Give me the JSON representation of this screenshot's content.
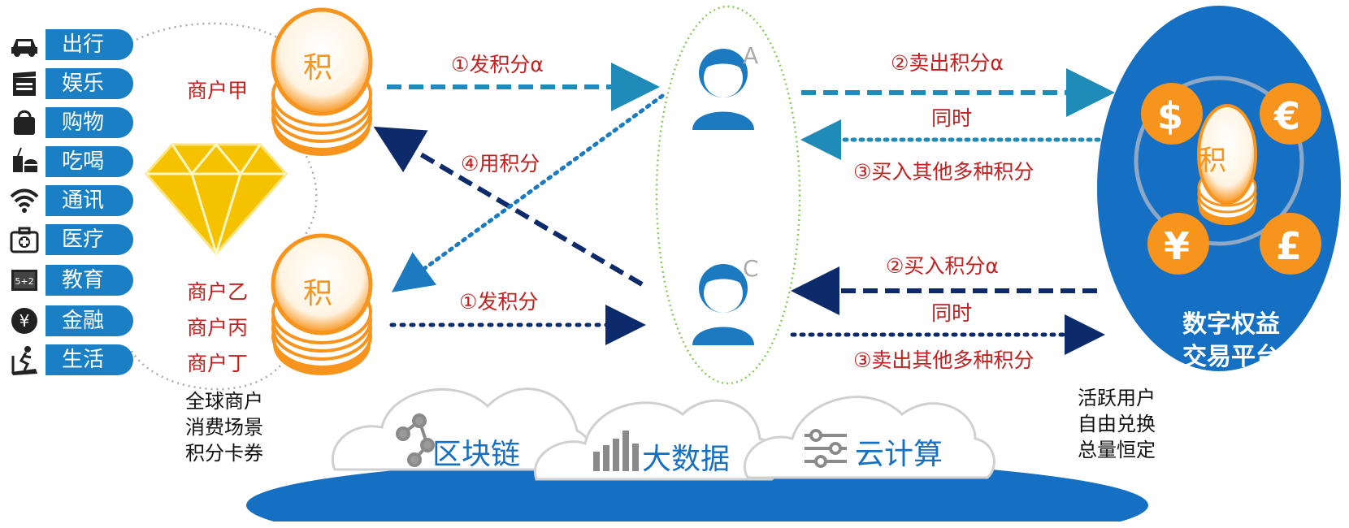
{
  "categories": [
    "出行",
    "娱乐",
    "购物",
    "吃喝",
    "通讯",
    "医疗",
    "教育",
    "金融",
    "生活"
  ],
  "category_icons": [
    "car-icon",
    "film-clapper-icon",
    "shopping-bag-icon",
    "food-drink-icon",
    "wifi-icon",
    "medical-kit-icon",
    "blackboard-icon",
    "yen-coin-icon",
    "treadmill-runner-icon"
  ],
  "merchants": {
    "a": "商户甲",
    "b": "商户乙",
    "c": "商户丙",
    "d": "商户丁"
  },
  "coin_char": "积",
  "scenes": [
    "全球商户",
    "消费场景",
    "积分卡券"
  ],
  "users": {
    "a": "A",
    "c": "C"
  },
  "steps": {
    "issue_alpha": "①发积分α",
    "use_points": "④用积分",
    "issue": "①发积分",
    "sell_alpha": "②卖出积分α",
    "simultaneous_1": "同时",
    "buy_others": "③买入其他多种积分",
    "buy_alpha": "②买入积分α",
    "simultaneous_2": "同时",
    "sell_others": "③卖出其他多种积分"
  },
  "platform": {
    "line1": "数字权益",
    "line2": "交易平台",
    "coin_char": "积",
    "currencies": [
      "$",
      "€",
      "¥",
      "£"
    ]
  },
  "active_users": [
    "活跃用户",
    "自由兑换",
    "总量恒定"
  ],
  "clouds": {
    "blockchain": "区块链",
    "bigdata": "大数据",
    "cloud": "云计算"
  },
  "base_title": "积分交易暨数字权益交易平台",
  "colors": {
    "pill": "#1a7fc4",
    "coin": "#f7941d",
    "dark_navy": "#0d2a6b",
    "teal": "#1f8bb8",
    "red": "#c21f1f",
    "platform": "#1570c4",
    "gem": "#f5c200"
  }
}
